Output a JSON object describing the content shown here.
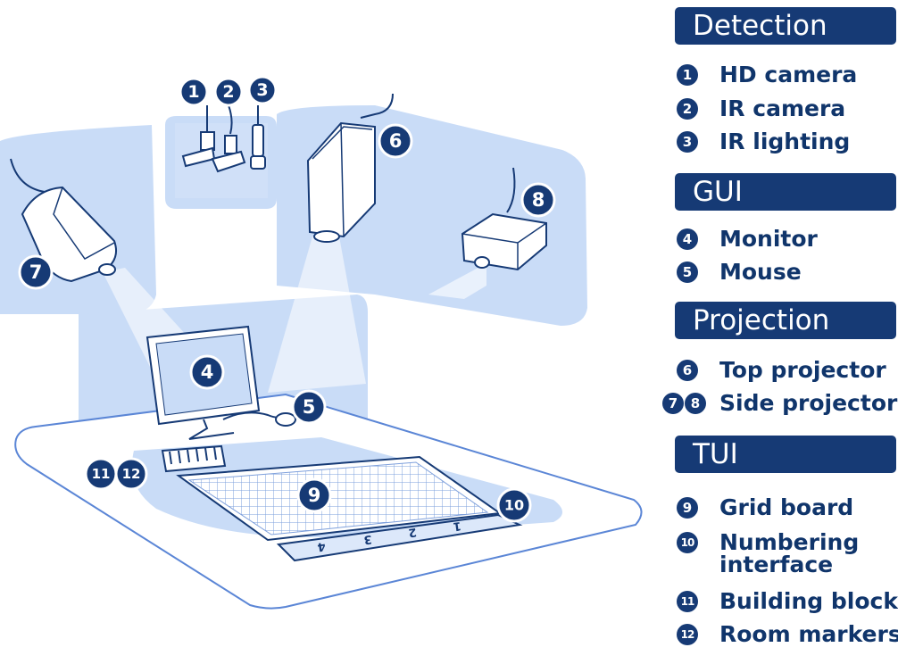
{
  "markers": {
    "m1": "1",
    "m2": "2",
    "m3": "3",
    "m4": "4",
    "m5": "5",
    "m6": "6",
    "m7": "7",
    "m8": "8",
    "m9": "9",
    "m10": "10",
    "m11": "11",
    "m12": "12"
  },
  "numbering_strip": [
    "1",
    "2",
    "3",
    "4"
  ],
  "legend": {
    "detection": {
      "title": "Detection",
      "items": [
        {
          "num": "1",
          "label": "HD camera"
        },
        {
          "num": "2",
          "label": "IR camera"
        },
        {
          "num": "3",
          "label": "IR lighting"
        }
      ]
    },
    "gui": {
      "title": "GUI",
      "items": [
        {
          "num": "4",
          "label": "Monitor"
        },
        {
          "num": "5",
          "label": "Mouse"
        }
      ]
    },
    "projection": {
      "title": "Projection",
      "items": [
        {
          "num": "6",
          "label": "Top projector"
        },
        {
          "num_a": "7",
          "num_b": "8",
          "label": "Side projector"
        }
      ]
    },
    "tui": {
      "title": "TUI",
      "items": [
        {
          "num": "9",
          "label": "Grid board"
        },
        {
          "num": "10",
          "label_line1": "Numbering",
          "label_line2": "interface"
        },
        {
          "num": "11",
          "label": "Building blocks"
        },
        {
          "num": "12",
          "label": "Room markers"
        }
      ]
    }
  },
  "colors": {
    "navy": "#163a75",
    "panel": "#c9dcf7",
    "panel_light": "#dce8fa",
    "outline": "#5b86d6"
  }
}
